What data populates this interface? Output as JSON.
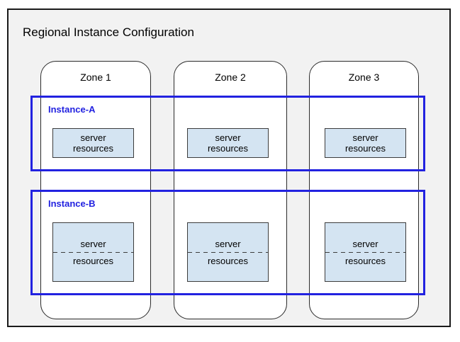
{
  "diagram": {
    "title": "Regional Instance Configuration",
    "zones": [
      {
        "label": "Zone 1"
      },
      {
        "label": "Zone 2"
      },
      {
        "label": "Zone 3"
      }
    ],
    "instances": [
      {
        "label": "Instance-A",
        "boxes": [
          {
            "line1": "server",
            "line2": "resources"
          },
          {
            "line1": "server",
            "line2": "resources"
          },
          {
            "line1": "server",
            "line2": "resources"
          }
        ]
      },
      {
        "label": "Instance-B",
        "boxes": [
          {
            "line1": "server",
            "line2": "resources"
          },
          {
            "line1": "server",
            "line2": "resources"
          },
          {
            "line1": "server",
            "line2": "resources"
          }
        ]
      }
    ],
    "colors": {
      "region_background": "#f2f2f2",
      "region_border": "#1a1a1a",
      "zone_fill": "#ffffff",
      "zone_border": "#2b2b2b",
      "instance_border": "#2222e0",
      "instance_label": "#2222e0",
      "server_box_fill": "#d4e4f2",
      "server_box_border": "#3c3c3c",
      "text": "#000000"
    }
  }
}
